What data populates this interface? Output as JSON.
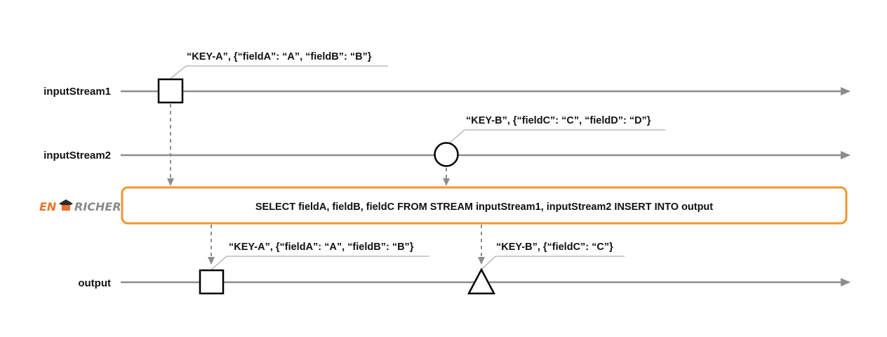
{
  "streams": {
    "input1": "inputStream1",
    "input2": "inputStream2",
    "output": "output"
  },
  "events": {
    "input1_event": "“KEY-A”, {“fieldA”: “A”, “fieldB”: “B”}",
    "input2_event": "“KEY-B”, {“fieldC”: “C”, “fieldD”: “D”}",
    "output_event_a": "“KEY-A”, {“fieldA”: “A”, “fieldB”: “B”}",
    "output_event_b": "“KEY-B”, {“fieldC”: “C”}"
  },
  "enricher": {
    "logo_part1": "EN",
    "logo_part2": "RICHER",
    "query": "SELECT fieldA, fieldB, fieldC FROM STREAM inputStream1, inputStream2 INSERT INTO output",
    "accent_color": "#f0962e"
  },
  "colors": {
    "line": "#8c8c8c",
    "shape_stroke": "#000000",
    "logo_orange": "#e8742a",
    "logo_gray": "#8a8a8a"
  }
}
